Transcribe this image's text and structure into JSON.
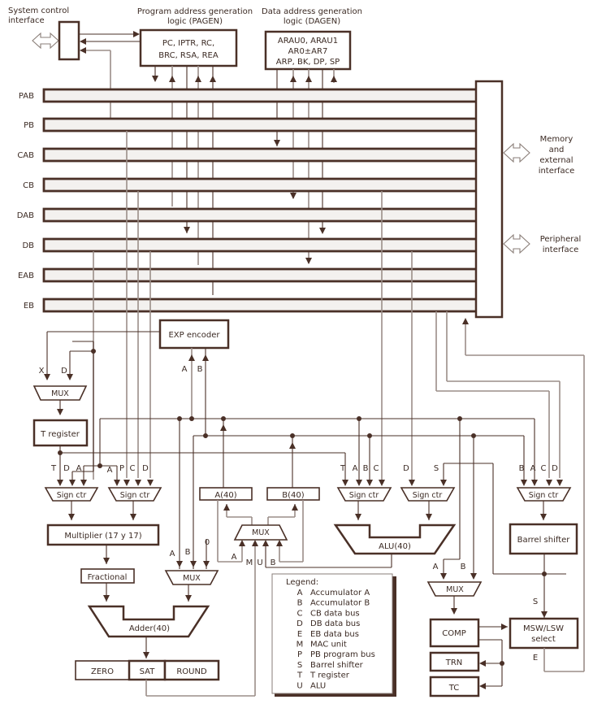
{
  "title": "CPU block diagram",
  "top": {
    "system_control": [
      "System control",
      "interface"
    ],
    "pagen_title": [
      "Program address generation",
      "logic (PAGEN)"
    ],
    "pagen_regs": [
      "PC, IPTR, RC,",
      "BRC, RSA, REA"
    ],
    "dagen_title": [
      "Data address generation",
      "logic (DAGEN)"
    ],
    "dagen_regs": [
      "ARAU0, ARAU1",
      "AR0±AR7",
      "ARP, BK, DP, SP"
    ]
  },
  "buses": [
    "PAB",
    "PB",
    "CAB",
    "CB",
    "DAB",
    "DB",
    "EAB",
    "EB"
  ],
  "right": {
    "memory_interface": [
      "Memory",
      "and",
      "external",
      "interface"
    ],
    "peripheral_interface": [
      "Peripheral",
      "interface"
    ]
  },
  "blocks": {
    "exp_encoder": "EXP encoder",
    "mux": "MUX",
    "t_register": "T register",
    "sign_ctr": "Sign ctr",
    "multiplier": "Multiplier (17 y 17)",
    "fractional": "Fractional",
    "adder": "Adder(40)",
    "zero": "ZERO",
    "sat": "SAT",
    "round": "ROUND",
    "acc_a": "A(40)",
    "acc_b": "B(40)",
    "alu": "ALU(40)",
    "barrel_shifter": "Barrel shifter",
    "comp": "COMP",
    "trn": "TRN",
    "tc": "TC",
    "msw_lsw": [
      "MSW/LSW",
      "select"
    ]
  },
  "signals": {
    "X": "X",
    "D": "D",
    "T": "T",
    "A": "A",
    "B": "B",
    "C": "C",
    "P": "P",
    "S": "S",
    "E": "E",
    "M": "M",
    "U": "U",
    "zero": "0"
  },
  "legend": {
    "title": "Legend:",
    "items": [
      {
        "key": "A",
        "text": "Accumulator A"
      },
      {
        "key": "B",
        "text": "Accumulator B"
      },
      {
        "key": "C",
        "text": "CB data bus"
      },
      {
        "key": "D",
        "text": "DB data bus"
      },
      {
        "key": "E",
        "text": "EB data bus"
      },
      {
        "key": "M",
        "text": "MAC unit"
      },
      {
        "key": "P",
        "text": "PB program bus"
      },
      {
        "key": "S",
        "text": "Barrel shifter"
      },
      {
        "key": "T",
        "text": "T register"
      },
      {
        "key": "U",
        "text": "ALU"
      }
    ]
  },
  "colors": {
    "line": "#4a3027",
    "gray_line": "#9b8e88",
    "bus_fill": "#f3f1ef",
    "text": "#3b2a23"
  }
}
